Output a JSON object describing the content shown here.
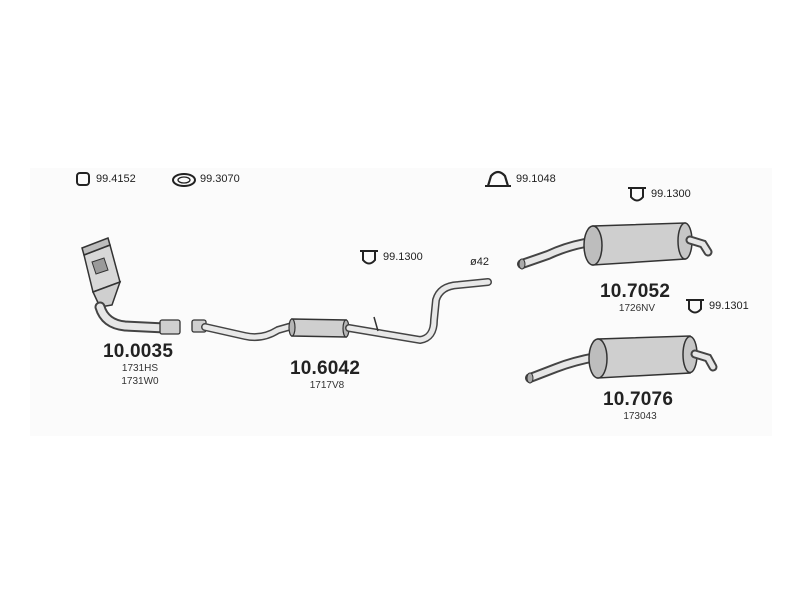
{
  "accessories": {
    "clamp_square": "99.4152",
    "ring_gasket": "99.3070",
    "u_clamp": "99.1048",
    "hanger_mid": "99.1300",
    "hanger_rear_a": "99.1300",
    "hanger_rear_b": "99.1301"
  },
  "pipe_diameter": "ø42",
  "parts": {
    "catalytic": {
      "number": "10.0035",
      "refs": [
        "1731HS",
        "1731W0"
      ]
    },
    "middle": {
      "number": "10.6042",
      "refs": [
        "1717V8"
      ]
    },
    "rear_a": {
      "number": "10.7052",
      "refs": [
        "1726NV"
      ]
    },
    "rear_b": {
      "number": "10.7076",
      "refs": [
        "173043"
      ]
    }
  }
}
